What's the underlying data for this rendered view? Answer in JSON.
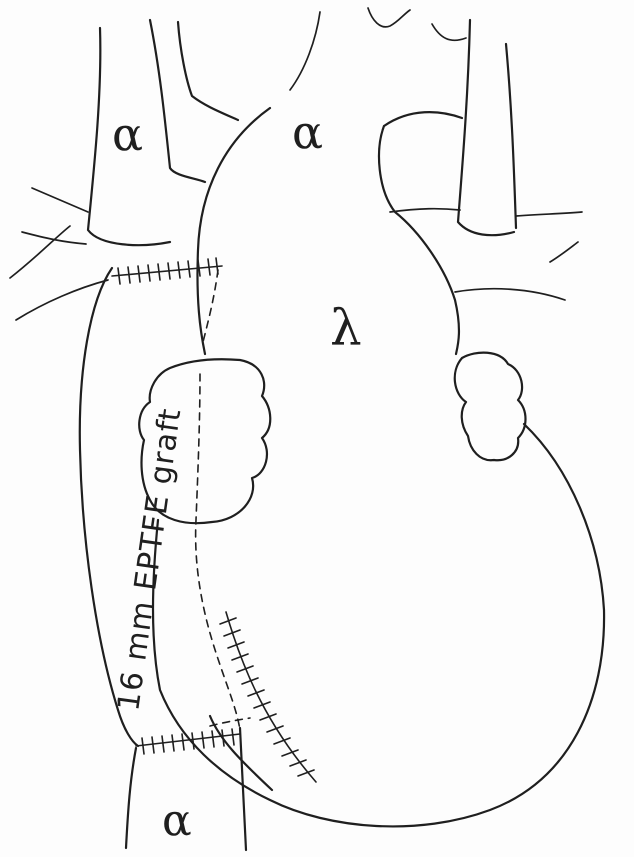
{
  "labels": {
    "aorta_symbol": "α",
    "aneurysm_symbol": "λ",
    "graft_text": "16 mm EPTFE graft"
  },
  "colors": {
    "ink": "#1f1f1f",
    "paper": "#fdfdfd"
  }
}
